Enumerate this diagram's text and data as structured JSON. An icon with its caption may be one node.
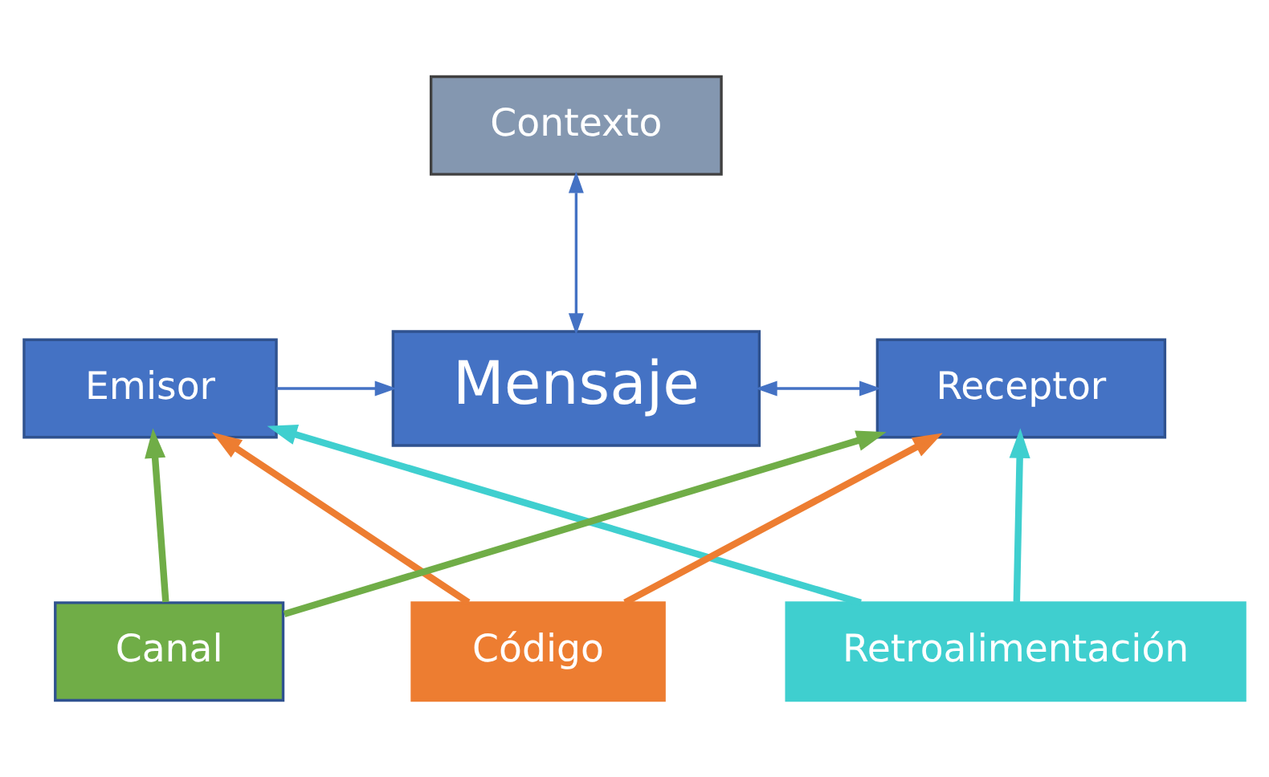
{
  "diagram": {
    "nodes": [
      {
        "text": [
          "Contexto"
        ]
      },
      {
        "text": [
          "Emisor"
        ]
      },
      {
        "text": [
          "Mensaje"
        ]
      },
      {
        "text": [
          "Receptor"
        ]
      },
      {
        "text": [
          "Canal"
        ]
      },
      {
        "text": [
          "Código"
        ]
      },
      {
        "text": [
          "Retroalimentación"
        ]
      }
    ],
    "edges": [
      {
        "from": 0,
        "to": 2,
        "arrow": "both"
      },
      {
        "from": 1,
        "to": 2,
        "arrow": "to"
      },
      {
        "from": 2,
        "to": 3,
        "arrow": "both"
      },
      {
        "from": 4,
        "to": 1,
        "arrow": "to",
        "color": "#70ad47"
      },
      {
        "from": 4,
        "to": 3,
        "arrow": "to",
        "color": "#70ad47"
      },
      {
        "from": 5,
        "to": 1,
        "arrow": "to",
        "color": "#ed7d31"
      },
      {
        "from": 5,
        "to": 3,
        "arrow": "to",
        "color": "#ed7d31"
      },
      {
        "from": 6,
        "to": 1,
        "arrow": "to",
        "color": "#3fcfcf"
      },
      {
        "from": 6,
        "to": 3,
        "arrow": "to",
        "color": "#3fcfcf"
      }
    ]
  }
}
